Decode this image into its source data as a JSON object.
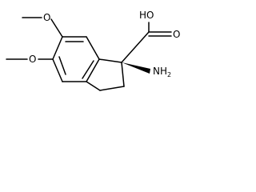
{
  "molecule": {
    "atoms": {
      "oh": "HO",
      "nh2_main": "NH",
      "nh2_sub": "2",
      "o_upper": "O",
      "o_lower": "O",
      "o_carbonyl": "O"
    },
    "bond_color": "#000000",
    "background": "#ffffff"
  }
}
